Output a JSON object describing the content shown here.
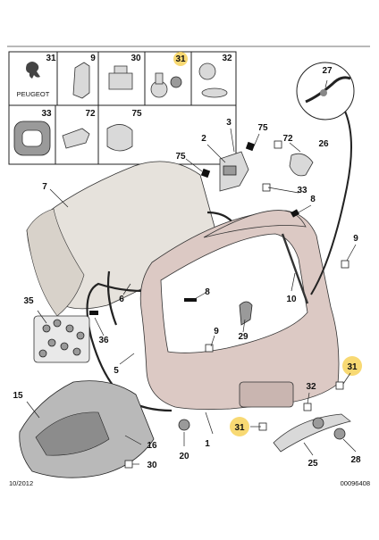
{
  "legend": {
    "brand": "PEUGEOT",
    "refs": [
      {
        "id": "legend-ref-31a",
        "label": "31"
      },
      {
        "id": "legend-ref-9",
        "label": "9"
      },
      {
        "id": "legend-ref-30",
        "label": "30"
      },
      {
        "id": "legend-ref-31b",
        "label": "31"
      },
      {
        "id": "legend-ref-32",
        "label": "32"
      },
      {
        "id": "legend-ref-33",
        "label": "33"
      },
      {
        "id": "legend-ref-72",
        "label": "72"
      },
      {
        "id": "legend-ref-75",
        "label": "75"
      }
    ]
  },
  "callouts": {
    "c1": "1",
    "c2": "2",
    "c3": "3",
    "c5": "5",
    "c6": "6",
    "c7": "7",
    "c8a": "8",
    "c8b": "8",
    "c9a": "9",
    "c9b": "9",
    "c10": "10",
    "c15": "15",
    "c16": "16",
    "c20": "20",
    "c25": "25",
    "c26": "26",
    "c27": "27",
    "c28": "28",
    "c29": "29",
    "c30": "30",
    "c31a": "31",
    "c31b": "31",
    "c32": "32",
    "c33": "33",
    "c35": "35",
    "c36": "36",
    "c72": "72",
    "c75a": "75",
    "c75b": "75"
  },
  "footer": {
    "date": "10/2012",
    "ref": "00096408"
  },
  "colors": {
    "highlight": "#f7d25a",
    "outline": "#222222",
    "part_fill": "#d9d9d9"
  }
}
